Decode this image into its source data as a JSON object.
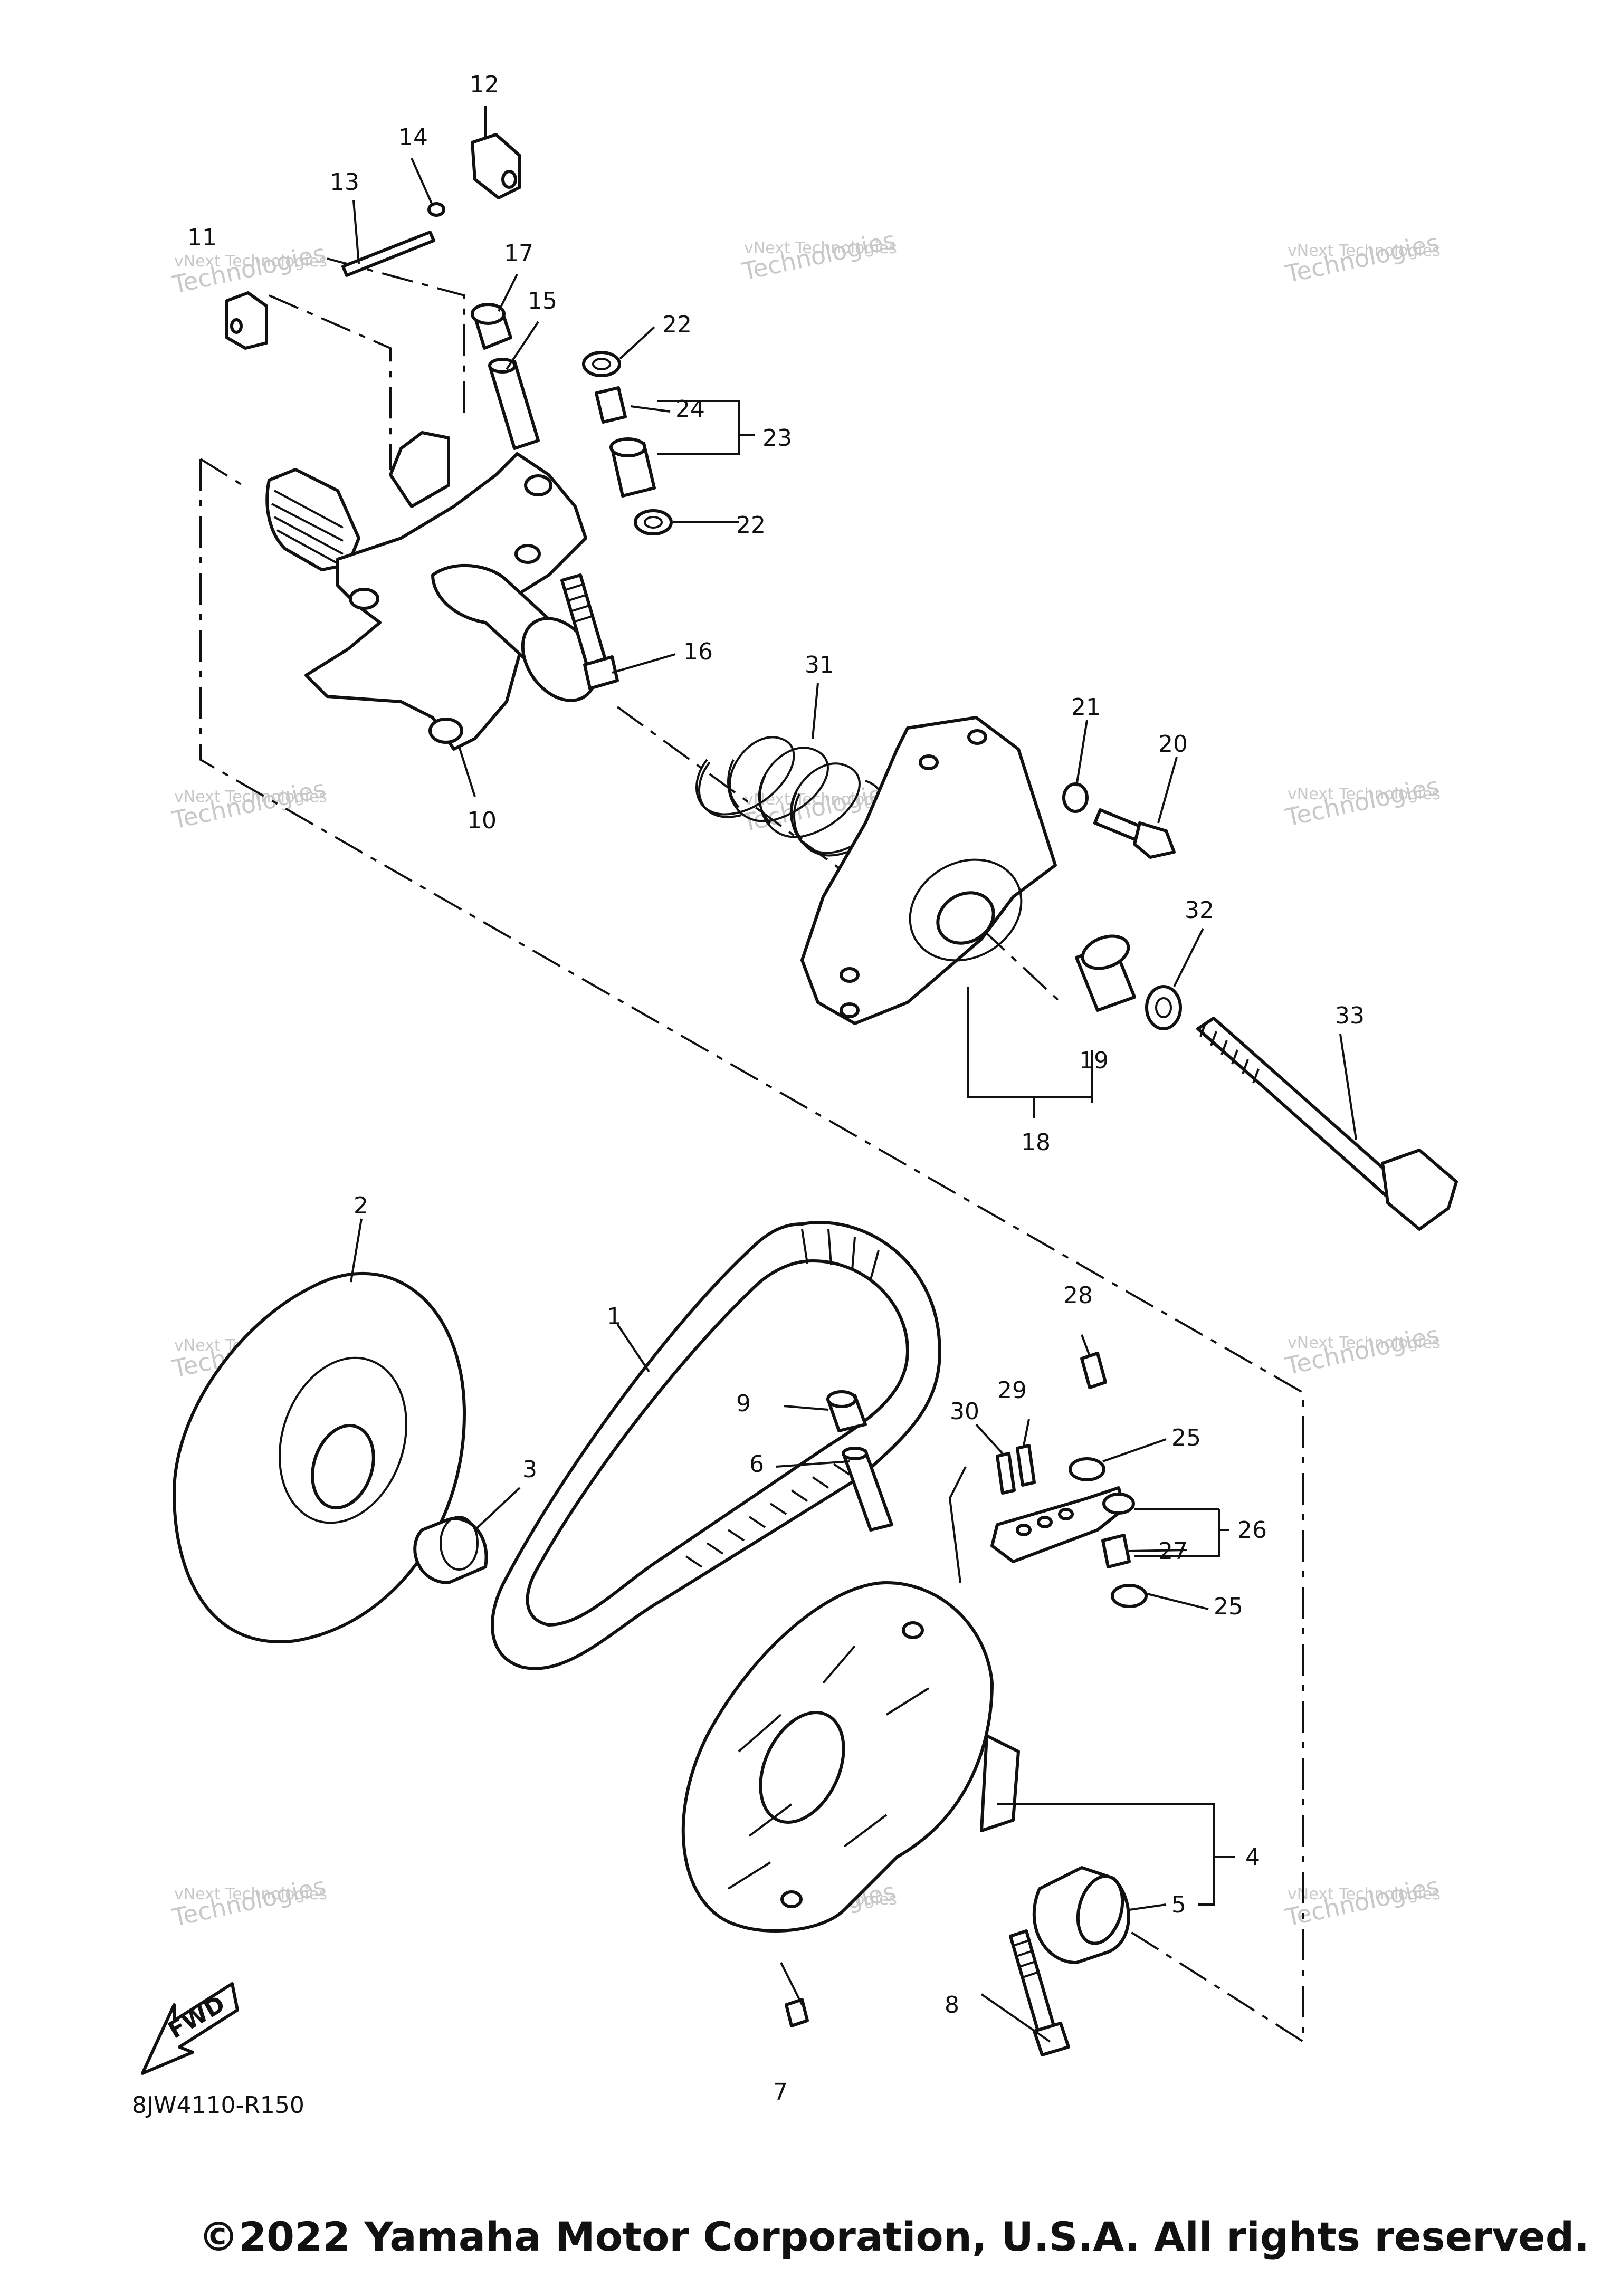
{
  "callouts": [
    "1",
    "2",
    "3",
    "4",
    "5",
    "6",
    "7",
    "8",
    "9",
    "10",
    "11",
    "12",
    "13",
    "14",
    "15",
    "16",
    "17",
    "18",
    "19",
    "20",
    "21",
    "22",
    "23",
    "24",
    "25",
    "26",
    "27",
    "28",
    "29",
    "30",
    "31",
    "32",
    "33"
  ],
  "watermark": {
    "line1": "vNext Technologies",
    "line2": "vNext",
    "line3": "Technologies"
  },
  "fwd_label": "FWD",
  "diagram_code": "8JW4110-R150",
  "copyright": "©2022 Yamaha Motor Corporation, U.S.A. All rights reserved."
}
